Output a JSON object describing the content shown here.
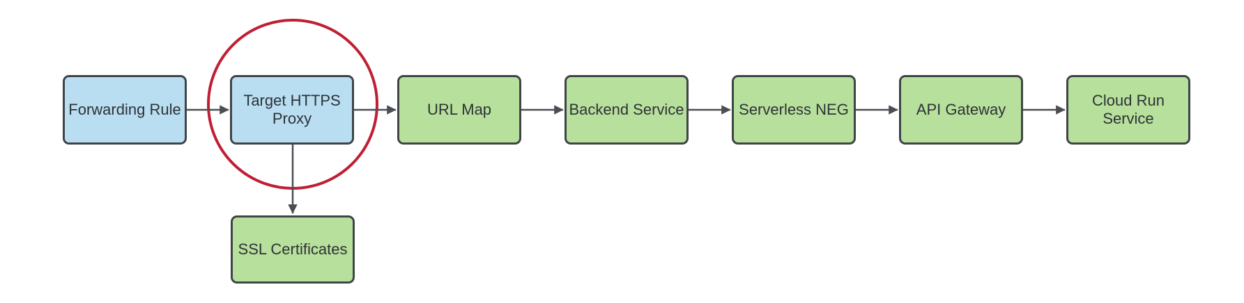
{
  "nodes": [
    {
      "id": "forwarding-rule",
      "label": "Forwarding Rule",
      "kind": "blue"
    },
    {
      "id": "target-https-proxy",
      "label": "Target HTTPS Proxy",
      "kind": "blue"
    },
    {
      "id": "url-map",
      "label": "URL Map",
      "kind": "green"
    },
    {
      "id": "backend-service",
      "label": "Backend Service",
      "kind": "green"
    },
    {
      "id": "serverless-neg",
      "label": "Serverless NEG",
      "kind": "green"
    },
    {
      "id": "api-gateway",
      "label": "API Gateway",
      "kind": "green"
    },
    {
      "id": "cloud-run-service",
      "label": "Cloud Run Service",
      "kind": "green"
    },
    {
      "id": "ssl-certificates",
      "label": "SSL Certificates",
      "kind": "green"
    }
  ],
  "edges": [
    {
      "from": "Forwarding Rule",
      "to": "Target HTTPS Proxy"
    },
    {
      "from": "Target HTTPS Proxy",
      "to": "URL Map"
    },
    {
      "from": "URL Map",
      "to": "Backend Service"
    },
    {
      "from": "Backend Service",
      "to": "Serverless NEG"
    },
    {
      "from": "Serverless NEG",
      "to": "API Gateway"
    },
    {
      "from": "API Gateway",
      "to": "Cloud Run Service"
    },
    {
      "from": "Target HTTPS Proxy",
      "to": "SSL Certificates"
    }
  ],
  "annotation": {
    "shape": "circle",
    "around": "Target HTTPS Proxy"
  },
  "colors": {
    "background": "#ffffff",
    "node_blue_fill": "#b9def2",
    "node_green_fill": "#b7e09c",
    "node_border": "#3f4448",
    "arrow": "#4a4e52",
    "highlight_red": "#c01e33",
    "text": "#2d3236"
  }
}
